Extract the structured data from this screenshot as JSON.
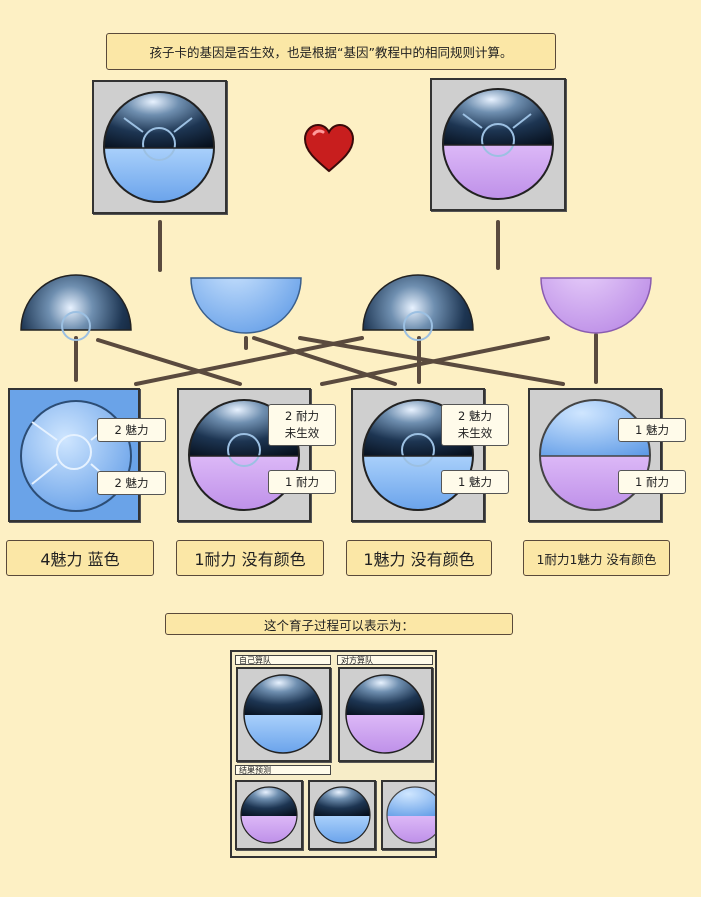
{
  "top_note": "孩子卡的基因是否生效，也是根据“基因”教程中的相同规则计算。",
  "colors": {
    "blue": "#6aa3e8",
    "purple": "#c79be8",
    "dark": "#0d1b2e",
    "background": "#fdf0c4",
    "heart": "#c81e1e"
  },
  "icons": {
    "heart": "heart-icon"
  },
  "children": [
    {
      "tags": [
        {
          "line1": "2 魅力",
          "line2": ""
        },
        {
          "line1": "2 魅力",
          "line2": ""
        }
      ],
      "caption": "4魅力 蓝色"
    },
    {
      "tags": [
        {
          "line1": "2 耐力",
          "line2": "未生效"
        },
        {
          "line1": "1 耐力",
          "line2": ""
        }
      ],
      "caption": "1耐力 没有颜色"
    },
    {
      "tags": [
        {
          "line1": "2 魅力",
          "line2": "未生效"
        },
        {
          "line1": "1 魅力",
          "line2": ""
        }
      ],
      "caption": "1魅力 没有颜色"
    },
    {
      "tags": [
        {
          "line1": "1 魅力",
          "line2": ""
        },
        {
          "line1": "1 耐力",
          "line2": ""
        }
      ],
      "caption": "1耐力1魅力 没有颜色"
    }
  ],
  "process_note": "这个育子过程可以表示为：",
  "mini": {
    "self_label": "自己算队",
    "other_label": "对方算队",
    "result_label": "结果预测"
  }
}
